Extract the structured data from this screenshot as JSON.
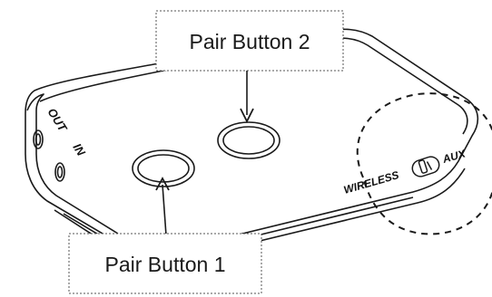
{
  "callouts": {
    "pair_button_1": "Pair Button 1",
    "pair_button_2": "Pair Button 2"
  },
  "ports": {
    "out_label": "OUT",
    "in_label": "IN"
  },
  "switch": {
    "left_label": "WIRELESS",
    "right_label": "AUX"
  },
  "colors": {
    "line": "#1a1a1a",
    "background": "#ffffff"
  }
}
